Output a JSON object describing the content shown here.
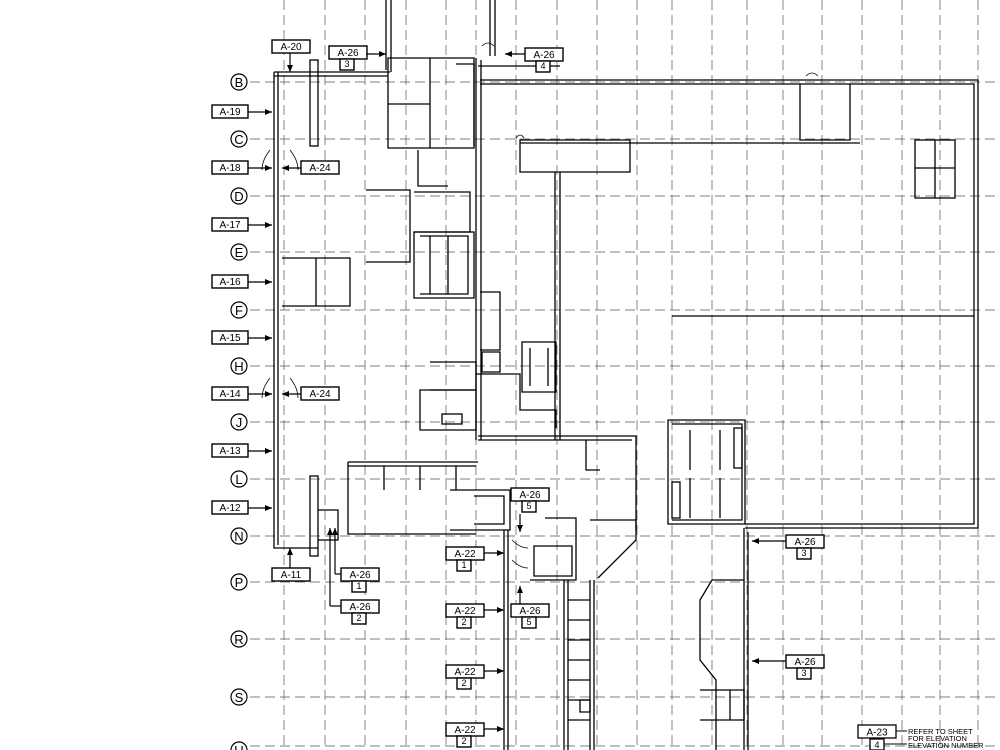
{
  "grid_bubbles": [
    "B",
    "C",
    "D",
    "E",
    "F",
    "H",
    "J",
    "L",
    "N",
    "P",
    "R",
    "S",
    "U"
  ],
  "left_callouts": [
    "A-19",
    "A-18",
    "A-17",
    "A-16",
    "A-15",
    "A-14",
    "A-13",
    "A-12"
  ],
  "a24_callouts": [
    "A-24",
    "A-24"
  ],
  "top_callouts": [
    {
      "sheet": "A-20",
      "num": ""
    },
    {
      "sheet": "A-26",
      "num": "3"
    },
    {
      "sheet": "A-26",
      "num": "4"
    }
  ],
  "bottom_callouts": [
    {
      "sheet": "A-11",
      "num": ""
    },
    {
      "sheet": "A-26",
      "num": "1"
    },
    {
      "sheet": "A-26",
      "num": "2"
    }
  ],
  "a22_callouts": [
    {
      "sheet": "A-22",
      "num": "1"
    },
    {
      "sheet": "A-22",
      "num": "2"
    },
    {
      "sheet": "A-22",
      "num": "2"
    },
    {
      "sheet": "A-22",
      "num": "2"
    }
  ],
  "a26_mid_callouts": [
    {
      "sheet": "A-26",
      "num": "5"
    },
    {
      "sheet": "A-26",
      "num": "5"
    }
  ],
  "right_callouts": [
    {
      "sheet": "A-26",
      "num": "3"
    },
    {
      "sheet": "A-26",
      "num": "3"
    }
  ],
  "legend": {
    "sheet": "A-23",
    "num": "4",
    "line1": "REFER TO SHEET",
    "line2": "FOR ELEVATION",
    "line3": "ELEVATION NUMBER"
  },
  "colors": {
    "line": "#000000",
    "grid": "#555555",
    "background": "#ffffff"
  }
}
